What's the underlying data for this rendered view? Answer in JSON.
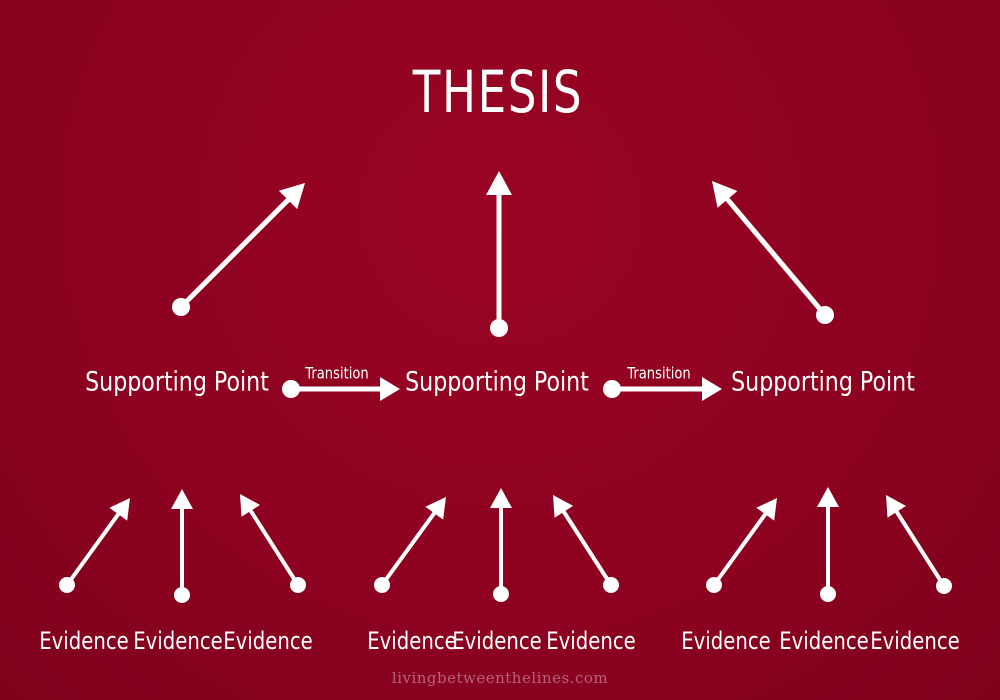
{
  "diagram": {
    "title": "THESIS",
    "supporting_points": [
      {
        "label": "Supporting Point",
        "evidence": [
          "Evidence",
          "Evidence",
          "Evidence"
        ]
      },
      {
        "label": "Supporting Point",
        "evidence": [
          "Evidence",
          "Evidence",
          "Evidence"
        ]
      },
      {
        "label": "Supporting Point",
        "evidence": [
          "Evidence",
          "Evidence",
          "Evidence"
        ]
      }
    ],
    "transitions": [
      "Transition",
      "Transition"
    ],
    "watermark": "livingbetweenthelines.com",
    "colors": {
      "background": "#8c0220",
      "foreground": "#ffffff"
    }
  }
}
